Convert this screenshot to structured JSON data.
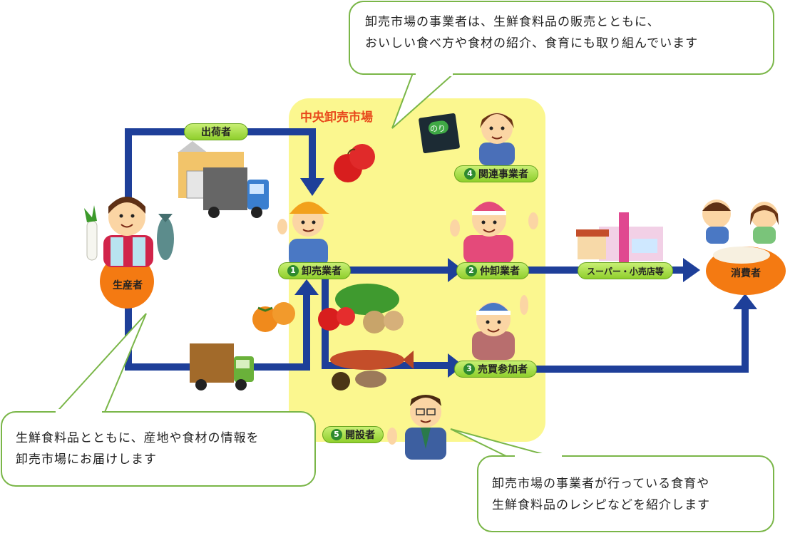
{
  "market": {
    "title": "中央卸売市場"
  },
  "roles": {
    "shipper": "出荷者",
    "wholesaler": {
      "num": "1",
      "label": "卸売業者"
    },
    "intermediate": {
      "num": "2",
      "label": "仲卸業者"
    },
    "buyer": {
      "num": "3",
      "label": "売買参加者"
    },
    "related": {
      "num": "4",
      "label": "関連事業者"
    },
    "founder": {
      "num": "5",
      "label": "開設者"
    },
    "retail": "スーパー・小売店等",
    "producer": "生産者",
    "consumer": "消費者"
  },
  "callouts": {
    "top": [
      "卸売市場の事業者は、生鮮食料品の販売とともに、",
      "おいしい食べ方や食材の紹介、食育にも取り組んでいます"
    ],
    "bottom_left": [
      "生鮮食料品とともに、産地や食材の情報を",
      "卸売市場にお届けします"
    ],
    "bottom_right": [
      "卸売市場の事業者が行っている食育や",
      "生鮮食料品のレシピなどを紹介します"
    ]
  },
  "icons": {
    "nori_label": "のり"
  },
  "colors": {
    "arrow": "#1e3f99",
    "market_bg": "#fbf78f",
    "pill": "#9bd63c",
    "producer_circle": "#f47a12",
    "bubble_border": "#7ab648",
    "title": "#e8491c"
  }
}
